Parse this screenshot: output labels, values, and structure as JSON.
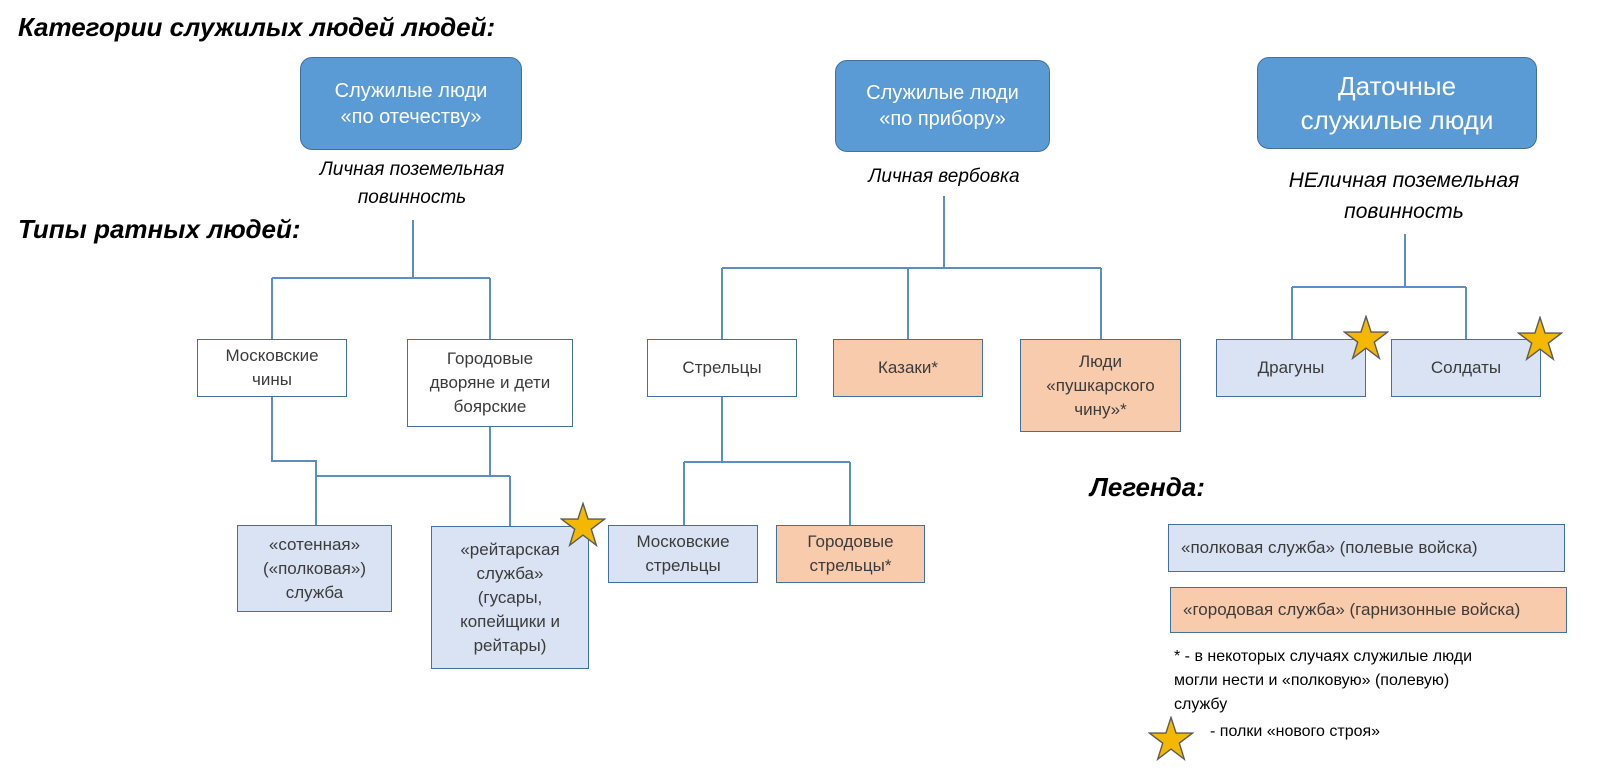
{
  "headings": {
    "categories": "Категории служилых людей людей:",
    "types": "Типы ратных людей:",
    "legend": "Легенда:"
  },
  "categories": {
    "fatherland": {
      "title": "Служилые люди\n«по отечеству»",
      "note": "Личная поземельная\nповинность"
    },
    "recruit": {
      "title": "Служилые люди\n«по прибору»",
      "note": "Личная вербовка"
    },
    "datochnye": {
      "title": "Даточные\nслужилые люди",
      "note": "НЕличная поземельная\nповинность"
    }
  },
  "types": {
    "moscow_ranks": "Московские\nчины",
    "city_nobles": "Городовые\nдворяне и дети\nбоярские",
    "sotennaya": "«сотенная»\n(«полковая»)\nслужба",
    "reitar": "«рейтарская\nслужба»\n(гусары,\nкопейщики и\nрейтары)",
    "streltsy": "Стрельцы",
    "moscow_streltsy": "Московские\nстрельцы",
    "city_streltsy": "Городовые\nстрельцы*",
    "cossacks": "Казаки*",
    "pushkar": "Люди\n«пушкарского\nчину»*",
    "dragoons": "Драгуны",
    "soldiers": "Солдаты"
  },
  "legend": {
    "regimental": "«полковая служба» (полевые войска)",
    "garrison": "«городовая служба» (гарнизонные войска)",
    "footnote": "* - в некоторых случаях служилые люди\nмогли нести и «полковую» (полевую)\nслужбу",
    "star_note": "- полки «нового строя»"
  },
  "colors": {
    "category_fill": "#5b9bd5",
    "regimental_fill": "#dae3f3",
    "garrison_fill": "#f8cbad",
    "line": "#5b8fc4",
    "star_fill": "#f5b800"
  }
}
